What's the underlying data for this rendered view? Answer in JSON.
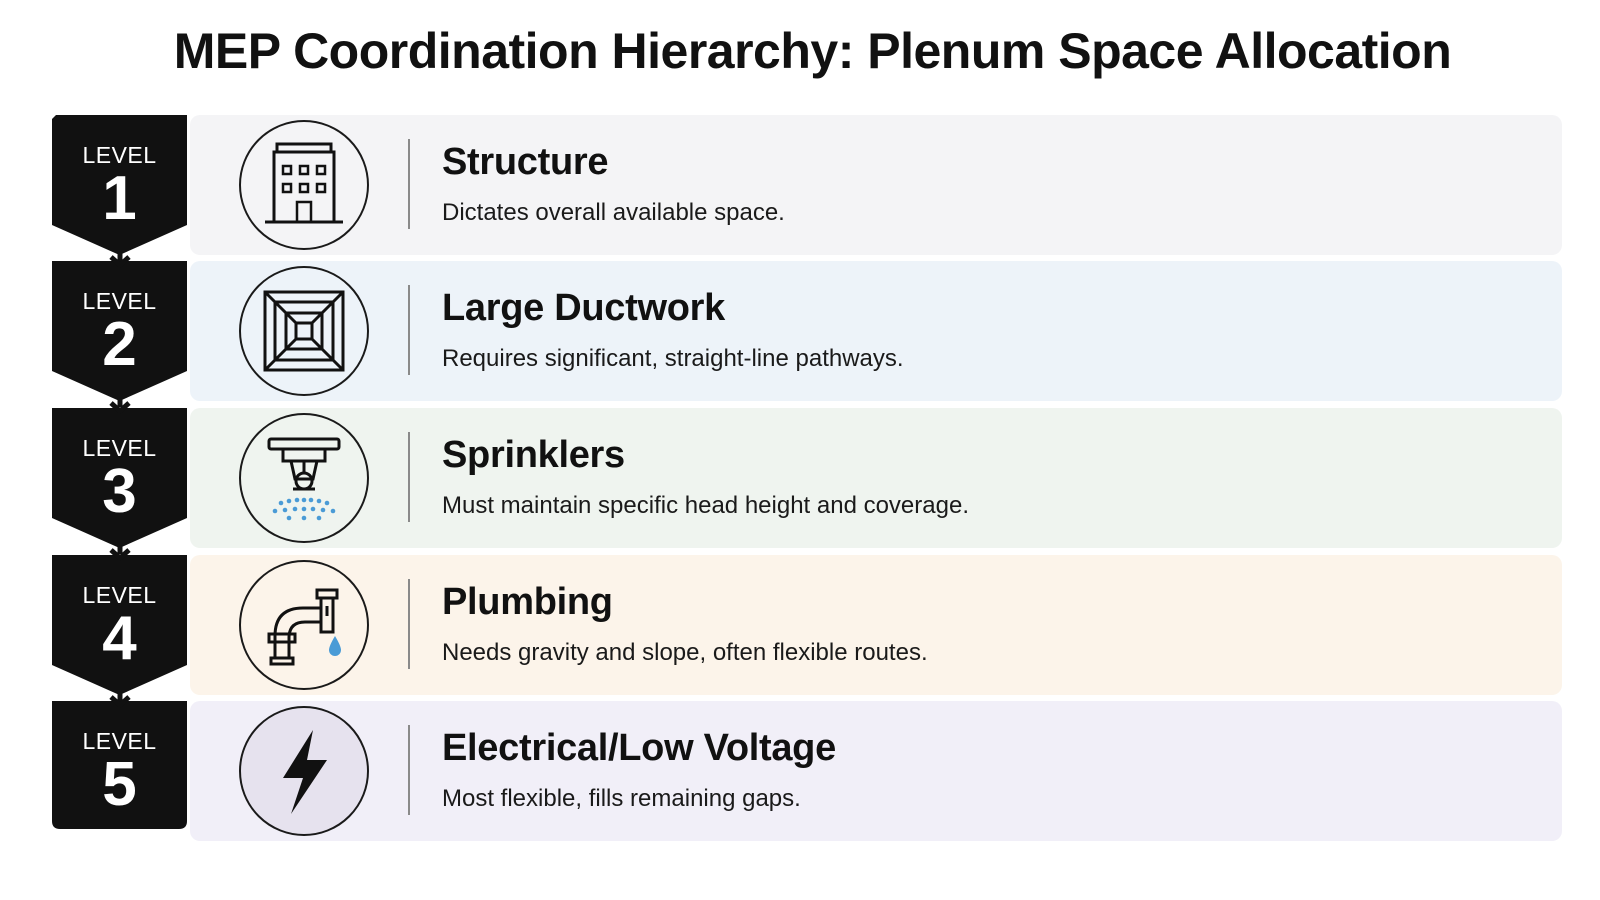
{
  "title": "MEP Coordination Hierarchy: Plenum Space Allocation",
  "level_label": "LEVEL",
  "rows": [
    {
      "level": "1",
      "title": "Structure",
      "description": "Dictates overall available space.",
      "icon": "building-icon",
      "bg": "#f4f4f6"
    },
    {
      "level": "2",
      "title": "Large Ductwork",
      "description": "Requires significant, straight-line pathways.",
      "icon": "duct-diffuser-icon",
      "bg": "#edf3f9"
    },
    {
      "level": "3",
      "title": "Sprinklers",
      "description": "Must maintain specific head height and coverage.",
      "icon": "sprinkler-icon",
      "bg": "#eff4ef"
    },
    {
      "level": "4",
      "title": "Plumbing",
      "description": "Needs gravity and slope, often flexible routes.",
      "icon": "pipe-faucet-icon",
      "bg": "#fcf4ea"
    },
    {
      "level": "5",
      "title": "Electrical/Low Voltage",
      "description": "Most flexible, fills remaining gaps.",
      "icon": "lightning-bolt-icon",
      "bg": "#f1eff8"
    }
  ],
  "colors": {
    "badge": "#111111",
    "water": "#4a9bd6"
  }
}
